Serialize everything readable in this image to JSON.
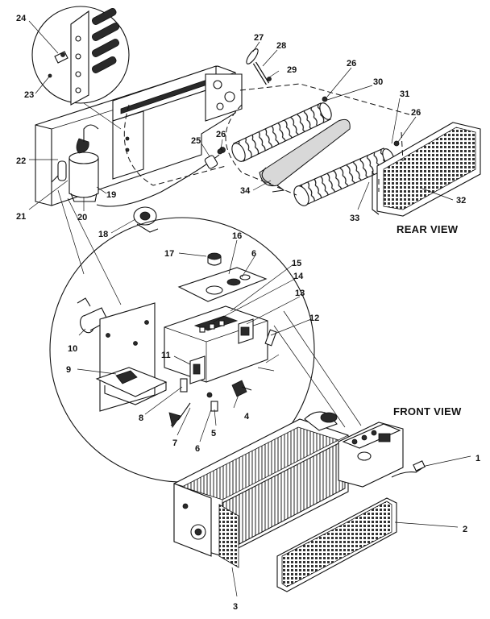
{
  "view_labels": {
    "rear": "REAR VIEW",
    "front": "FRONT VIEW"
  },
  "callouts": [
    "1",
    "2",
    "3",
    "4",
    "5",
    "6",
    "6",
    "7",
    "8",
    "9",
    "10",
    "11",
    "12",
    "13",
    "14",
    "15",
    "16",
    "17",
    "18",
    "19",
    "20",
    "21",
    "22",
    "23",
    "24",
    "25",
    "26",
    "26",
    "26",
    "27",
    "28",
    "29",
    "30",
    "31",
    "32",
    "33",
    "34"
  ]
}
